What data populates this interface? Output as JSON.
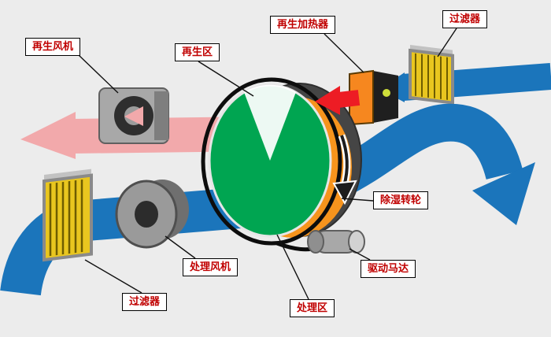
{
  "labels": {
    "regen_fan": "再生风机",
    "regen_zone": "再生区",
    "regen_heater": "再生加热器",
    "filter_top": "过滤器",
    "dehumid_wheel": "除湿转轮",
    "drive_motor": "驱动马达",
    "process_fan": "处理风机",
    "filter_bottom": "过滤器",
    "process_zone": "处理区"
  },
  "colors": {
    "background": "#ececec",
    "process_air_blue": "#1b75bb",
    "regen_air_pink": "#f2a9ab",
    "hot_air_red": "#ed1c24",
    "wheel_green": "#00a551",
    "wheel_orange": "#f7941d",
    "filter_yellow": "#e9c61f",
    "machine_gray": "#a8a8a8",
    "label_text_red": "#c00000",
    "leader_line_black": "#111111"
  }
}
